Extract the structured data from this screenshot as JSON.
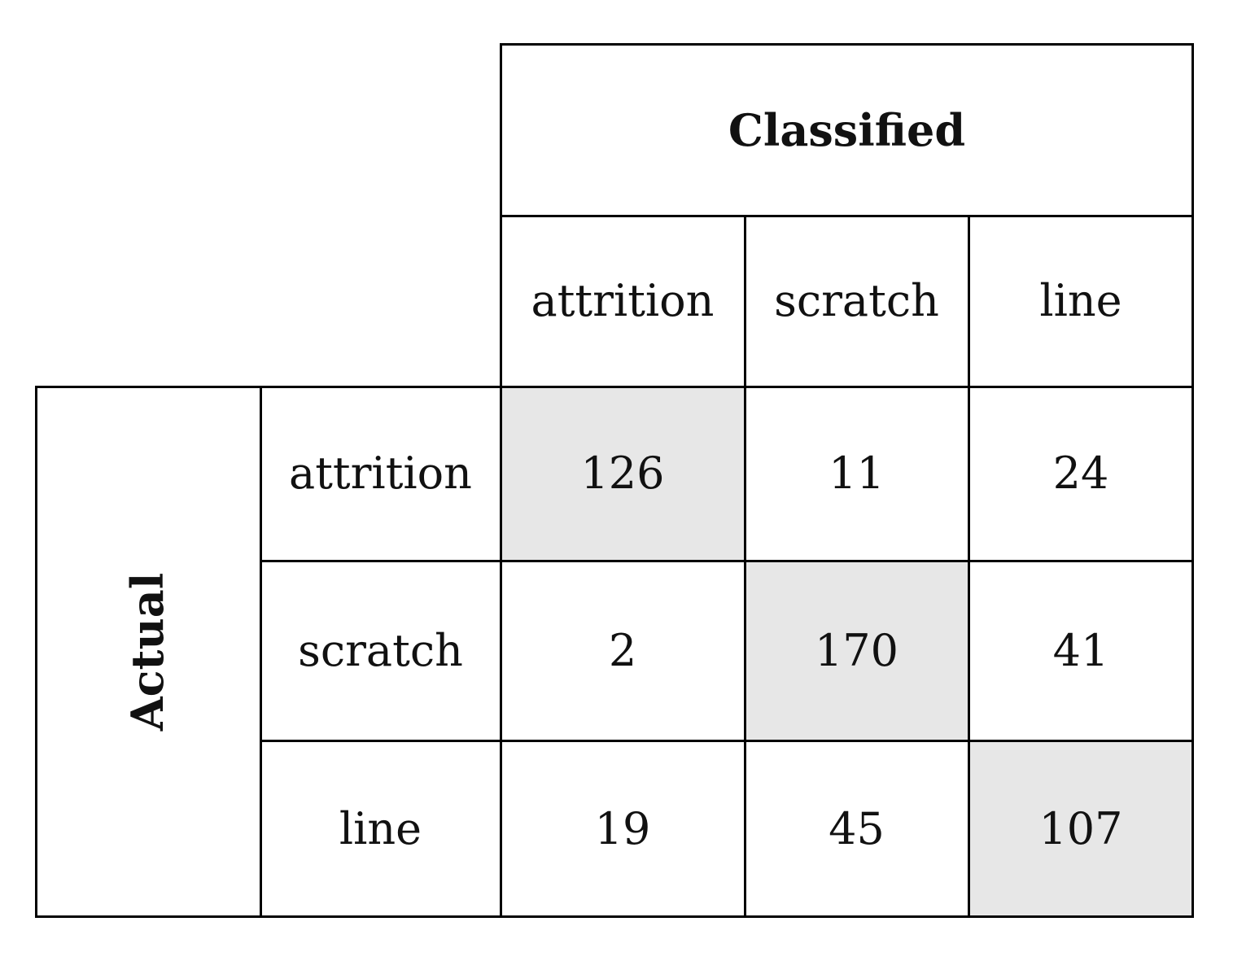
{
  "chart_data": {
    "type": "table",
    "column_header": "Classified",
    "row_header": "Actual",
    "categories": [
      "attrition",
      "scratch",
      "line"
    ],
    "rows": [
      {
        "label": "attrition",
        "values": [
          126,
          11,
          24
        ]
      },
      {
        "label": "scratch",
        "values": [
          2,
          170,
          41
        ]
      },
      {
        "label": "line",
        "values": [
          19,
          45,
          107
        ]
      }
    ],
    "diagonal_highlight_color": "#e7e7e7"
  }
}
